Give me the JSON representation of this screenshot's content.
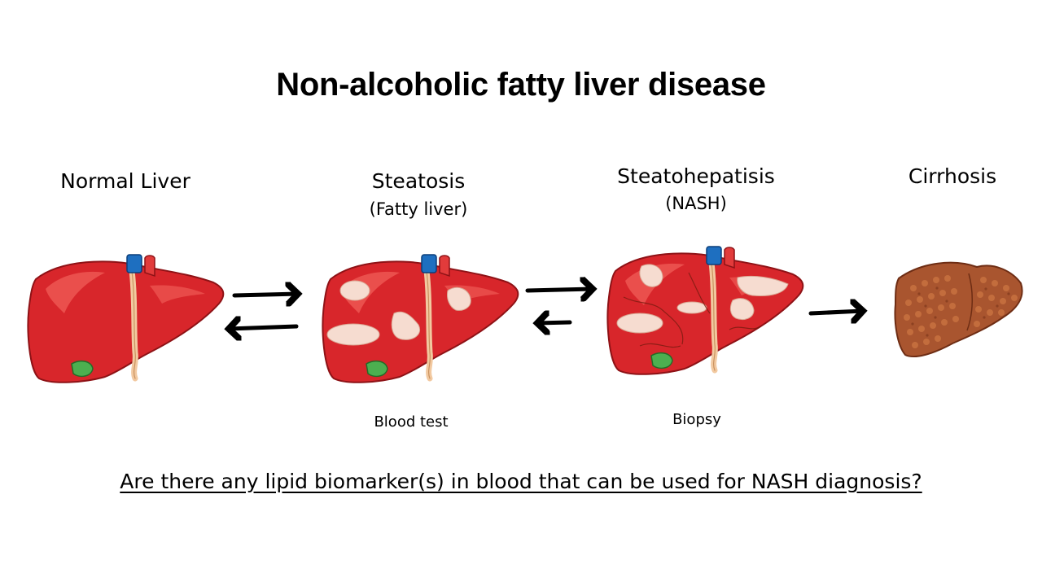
{
  "title": "Non-alcoholic fatty liver disease",
  "stages": [
    {
      "label": "Normal Liver",
      "sublabel": ""
    },
    {
      "label": "Steatosis",
      "sublabel": "(Fatty liver)"
    },
    {
      "label": "Steatohepatisis",
      "sublabel": "(NASH)"
    },
    {
      "label": "Cirrhosis",
      "sublabel": ""
    }
  ],
  "methods": {
    "steatosis": "Blood test",
    "nash": "Biopsy"
  },
  "question": "Are there any lipid biomarker(s) in blood that can be used for NASH diagnosis?",
  "colors": {
    "liver": "#d8262b",
    "liver_dark": "#a5151a",
    "fat": "#f6dcd0",
    "vein_blue": "#1e6fc0",
    "ligament": "#f2c9a0",
    "gallbladder": "#4caf50",
    "cirrhotic": "#a9552f"
  }
}
